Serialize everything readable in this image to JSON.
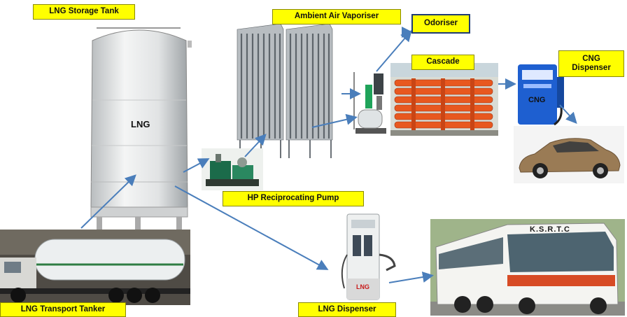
{
  "labels": {
    "lng_storage_tank": "LNG Storage Tank",
    "ambient_air_vaporiser": "Ambient Air Vaporiser",
    "odoriser": "Odoriser",
    "cascade": "Cascade",
    "cng_dispenser": "CNG Dispenser",
    "hp_reciprocating_pump": "HP Reciprocating Pump",
    "lng_transport_tanker": "LNG Transport Tanker",
    "lng_dispenser": "LNG Dispenser"
  },
  "markings": {
    "tank_text": "LNG",
    "cng_unit_text": "CNG",
    "lng_dispenser_text": "LNG",
    "bus_destination": "K.S.R.T.C"
  },
  "colors": {
    "label_fill": "#ffff00",
    "arrow": "#4a7ebb",
    "cascade_cylinders": "#e8581f",
    "cng_dispenser_body": "#1e5fd0"
  },
  "icons": [
    "lng-storage-tank-icon",
    "vaporiser-icon",
    "hp-pump-icon",
    "odoriser-icon",
    "cascade-cylinders-icon",
    "cng-dispenser-icon",
    "car-icon",
    "tanker-truck-icon",
    "lng-dispenser-icon",
    "bus-icon"
  ]
}
